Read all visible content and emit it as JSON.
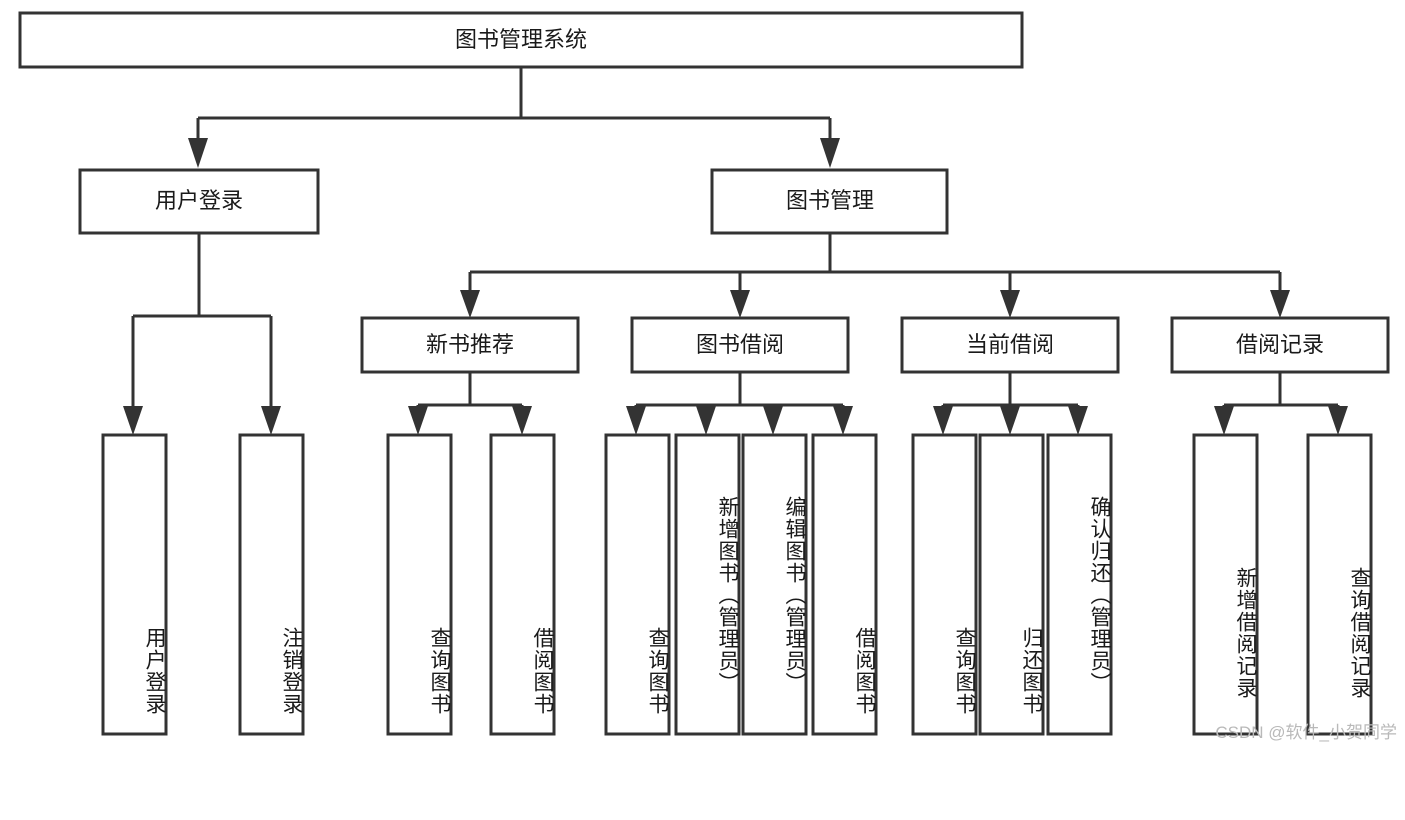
{
  "diagram": {
    "title_node": {
      "label": "图书管理系统"
    },
    "level2": [
      {
        "id": "user-login",
        "label": "用户登录"
      },
      {
        "id": "book-manage",
        "label": "图书管理"
      }
    ],
    "level3": [
      {
        "id": "new-book-recommend",
        "label": "新书推荐"
      },
      {
        "id": "book-borrow",
        "label": "图书借阅"
      },
      {
        "id": "current-borrow",
        "label": "当前借阅"
      },
      {
        "id": "borrow-record",
        "label": "借阅记录"
      }
    ],
    "leaves": {
      "user_login": [
        {
          "id": "leaf-user-login",
          "label": "用户登录"
        },
        {
          "id": "leaf-logout-login",
          "label": "注销登录"
        }
      ],
      "new_book_recommend": [
        {
          "id": "leaf-query-book-1",
          "label": "查询图书"
        },
        {
          "id": "leaf-borrow-book-1",
          "label": "借阅图书"
        }
      ],
      "book_borrow": [
        {
          "id": "leaf-query-book-2",
          "label": "查询图书"
        },
        {
          "id": "leaf-add-book",
          "label": "新增图书（管理员）"
        },
        {
          "id": "leaf-edit-book",
          "label": "编辑图书（管理员）"
        },
        {
          "id": "leaf-borrow-book-2",
          "label": "借阅图书"
        }
      ],
      "current_borrow": [
        {
          "id": "leaf-query-book-3",
          "label": "查询图书"
        },
        {
          "id": "leaf-return-book",
          "label": "归还图书"
        },
        {
          "id": "leaf-confirm-return",
          "label": "确认归还（管理员）"
        }
      ],
      "borrow_record": [
        {
          "id": "leaf-add-record",
          "label": "新增借阅记录"
        },
        {
          "id": "leaf-query-record",
          "label": "查询借阅记录"
        }
      ]
    },
    "colors": {
      "stroke": "#333333",
      "fill": "#ffffff",
      "text": "#1a1a1a",
      "watermark": "#b9b9b9",
      "background": "#ffffff"
    }
  },
  "watermark": {
    "text": "CSDN @软件_小贺同学"
  }
}
